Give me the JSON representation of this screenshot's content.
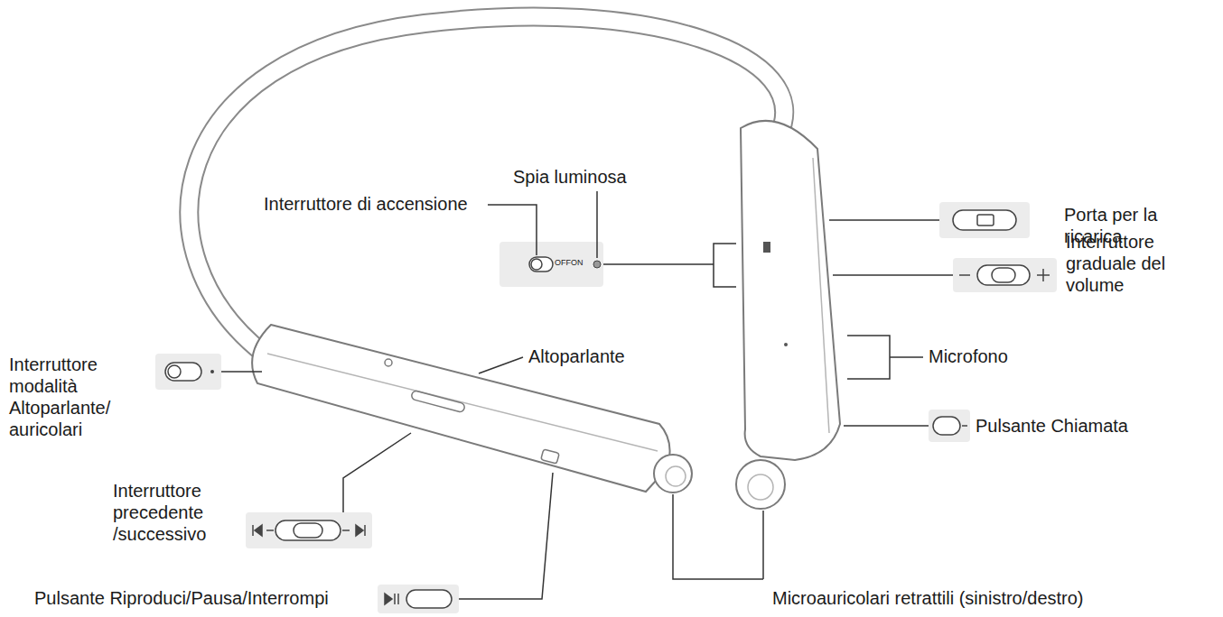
{
  "diagram": {
    "labels": [
      "Spia luminosa",
      "Interruttore di accensione",
      "OFFON",
      "Porta per la ricarica",
      "Interruttore graduale del volume",
      "Microfono",
      "Altoparlante",
      "Interruttore modalità Altoparlante/ auricolari",
      "Pulsante Chiamata",
      "Interruttore precedente /successivo",
      "Pulsante Riproduci/Pausa/Interrompi",
      "Microauricolari retrattili (sinistro/destro)"
    ]
  }
}
